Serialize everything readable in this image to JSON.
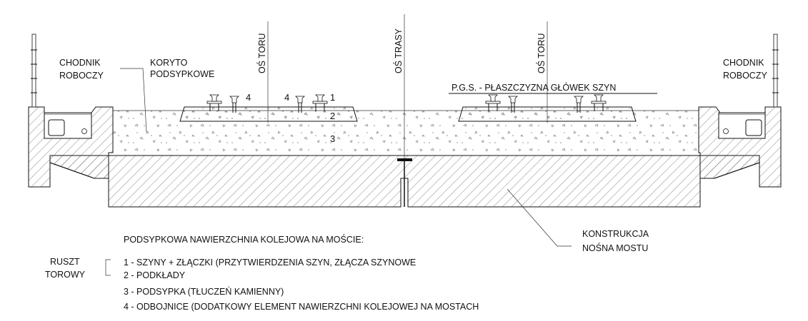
{
  "labels": {
    "chodnik_left_1": "CHODNIK",
    "chodnik_left_2": "ROBOCZY",
    "chodnik_right_1": "CHODNIK",
    "chodnik_right_2": "ROBOCZY",
    "koryto_1": "KORYTO",
    "koryto_2": "PODSYPKOWE",
    "os_toru_left": "OŚ TORU",
    "os_trasy": "OŚ TRASY",
    "os_toru_right": "OŚ TORU",
    "pgs": "P.G.S. - PŁASZCZYZNA GŁÓWEK SZYN",
    "konstrukcja_1": "KONSTRUKCJA",
    "konstrukcja_2": "NOŚNA MOSTU"
  },
  "callouts": {
    "n4a": "4",
    "n4b": "4",
    "n1": "1",
    "n2": "2",
    "n3": "3"
  },
  "legend": {
    "title": "PODSYPKOWA NAWIERZCHNIA KOLEJOWA NA MOŚCIE:",
    "group_1": "RUSZT",
    "group_2": "TOROWY",
    "items": [
      "1 - SZYNY + ZŁĄCZKI (PRZYTWIERDZENIA SZYN, ZŁĄCZA SZYNOWE",
      "2 - PODKŁADY",
      "3 - PODSYPKA (TŁUCZEŃ KAMIENNY)",
      "4 - ODBOJNICE (DODATKOWY ELEMENT NAWIERZCHNI KOLEJOWEJ NA MOSTACH"
    ]
  }
}
